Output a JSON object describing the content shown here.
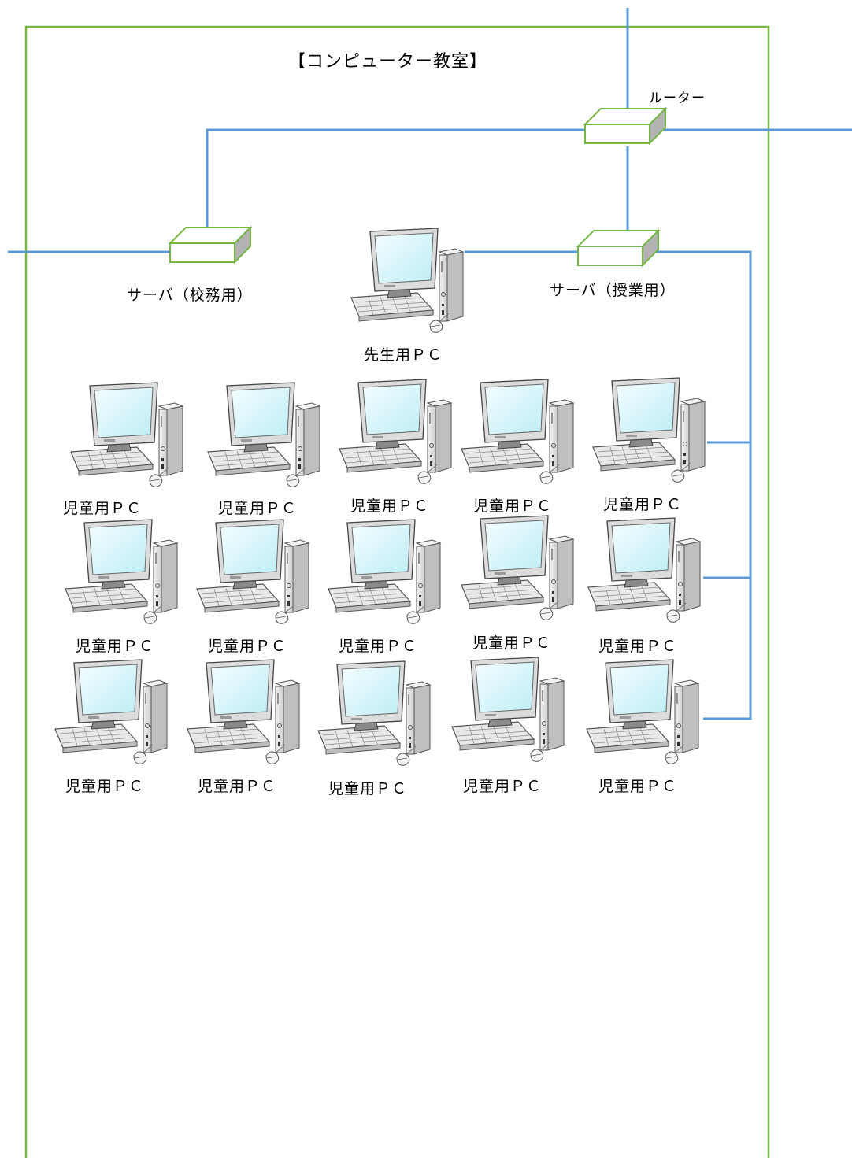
{
  "room": {
    "title": "【コンピューター教室】",
    "border_color": "#77b746"
  },
  "network": {
    "line_color": "#5b9bd5",
    "device_color": "#77b746",
    "router_label": "ルーター",
    "server_admin_label": "サーバ（校務用）",
    "server_class_label": "サーバ（授業用）",
    "teacher_pc_label": "先生用ＰＣ"
  },
  "students": {
    "pc_label": "児童用ＰＣ",
    "rows": 3,
    "per_row": 5
  }
}
